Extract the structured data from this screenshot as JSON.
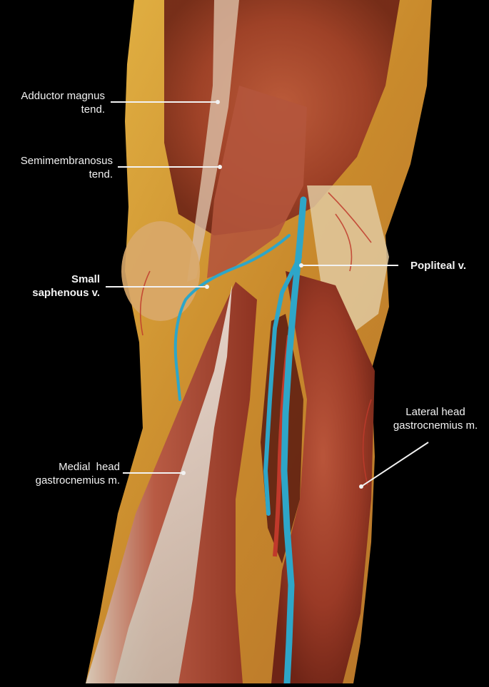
{
  "labels": {
    "adductor_magnus": {
      "line1": "Adductor magnus",
      "line2": "tend."
    },
    "semimembranosus": {
      "line1": "Semimembranosus",
      "line2": "tend."
    },
    "small_saphenous": {
      "line1": "Small",
      "line2": "saphenous v."
    },
    "popliteal": {
      "line1": "Popliteal v."
    },
    "lateral_head": {
      "line1": "Lateral head",
      "line2": "gastrocnemius m."
    },
    "medial_head": {
      "line1": "Medial  head",
      "line2": "gastrocnemius m."
    }
  },
  "colors": {
    "background": "#000000",
    "muscle": "#a8412c",
    "fat": "#d9a53a",
    "tendon": "#e6ded0",
    "vein": "#2ea6c8",
    "artery": "#c0392b",
    "label_text": "#f2f2f2"
  }
}
